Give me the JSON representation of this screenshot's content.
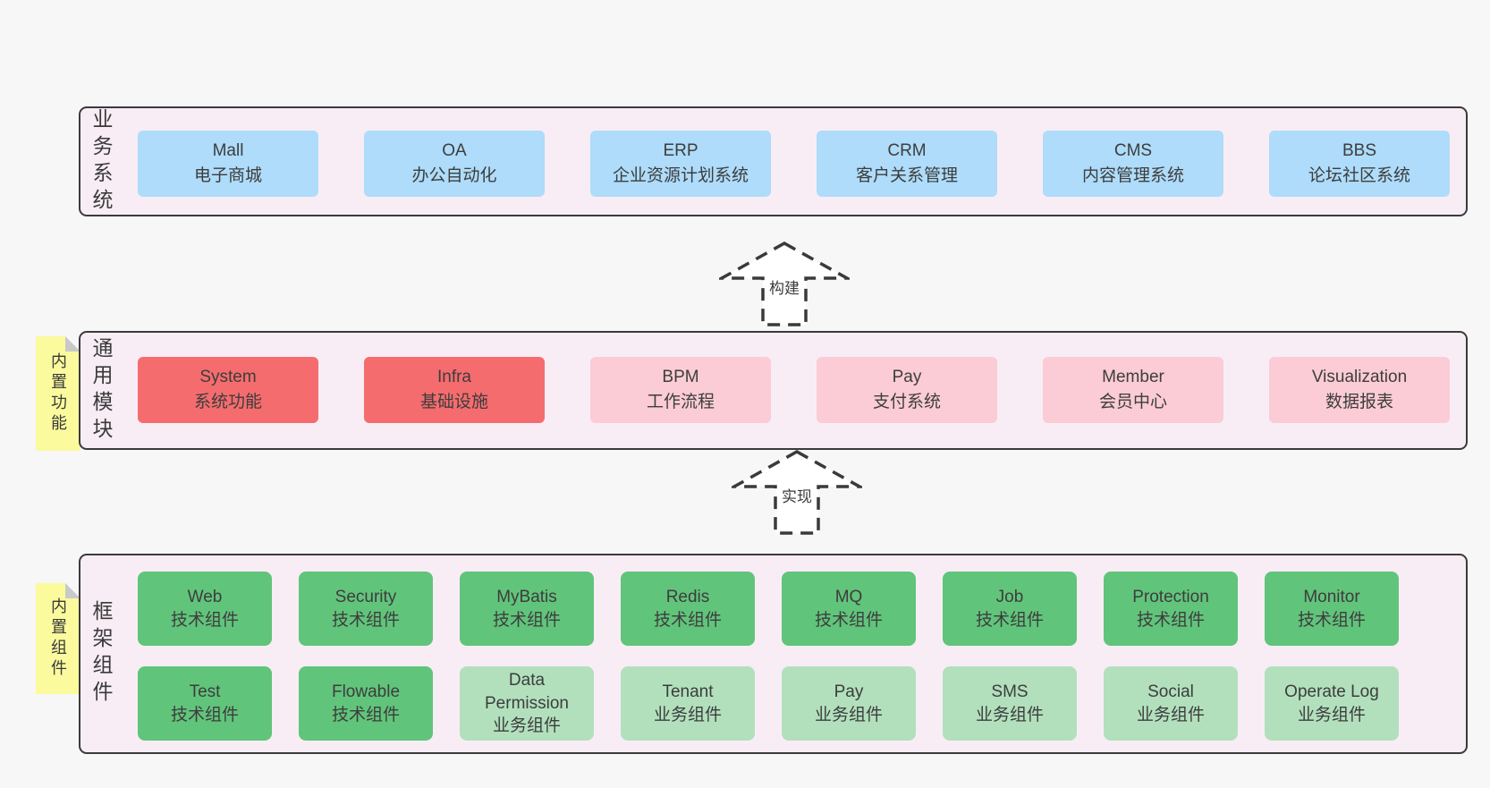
{
  "layers": {
    "business": {
      "label": "业务系统",
      "boxes": [
        {
          "name": "Mall",
          "subtitle": "电子商城"
        },
        {
          "name": "OA",
          "subtitle": "办公自动化"
        },
        {
          "name": "ERP",
          "subtitle": "企业资源计划系统"
        },
        {
          "name": "CRM",
          "subtitle": "客户关系管理"
        },
        {
          "name": "CMS",
          "subtitle": "内容管理系统"
        },
        {
          "name": "BBS",
          "subtitle": "论坛社区系统"
        }
      ]
    },
    "modules": {
      "label": "通用模块",
      "sticky": "内置功能",
      "boxes": [
        {
          "name": "System",
          "subtitle": "系统功能",
          "variant": "red"
        },
        {
          "name": "Infra",
          "subtitle": "基础设施",
          "variant": "red"
        },
        {
          "name": "BPM",
          "subtitle": "工作流程",
          "variant": "pink"
        },
        {
          "name": "Pay",
          "subtitle": "支付系统",
          "variant": "pink"
        },
        {
          "name": "Member",
          "subtitle": "会员中心",
          "variant": "pink"
        },
        {
          "name": "Visualization",
          "subtitle": "数据报表",
          "variant": "pink"
        }
      ]
    },
    "components": {
      "label": "框架组件",
      "sticky": "内置组件",
      "row1": [
        {
          "name": "Web",
          "subtitle": "技术组件",
          "variant": "green"
        },
        {
          "name": "Security",
          "subtitle": "技术组件",
          "variant": "green"
        },
        {
          "name": "MyBatis",
          "subtitle": "技术组件",
          "variant": "green"
        },
        {
          "name": "Redis",
          "subtitle": "技术组件",
          "variant": "green"
        },
        {
          "name": "MQ",
          "subtitle": "技术组件",
          "variant": "green"
        },
        {
          "name": "Job",
          "subtitle": "技术组件",
          "variant": "green"
        },
        {
          "name": "Protection",
          "subtitle": "技术组件",
          "variant": "green"
        },
        {
          "name": "Monitor",
          "subtitle": "技术组件",
          "variant": "green"
        }
      ],
      "row2": [
        {
          "name": "Test",
          "subtitle": "技术组件",
          "variant": "green"
        },
        {
          "name": "Flowable",
          "subtitle": "技术组件",
          "variant": "green"
        },
        {
          "name": "Data Permission",
          "subtitle": "业务组件",
          "variant": "light-green"
        },
        {
          "name": "Tenant",
          "subtitle": "业务组件",
          "variant": "light-green"
        },
        {
          "name": "Pay",
          "subtitle": "业务组件",
          "variant": "light-green"
        },
        {
          "name": "SMS",
          "subtitle": "业务组件",
          "variant": "light-green"
        },
        {
          "name": "Social",
          "subtitle": "业务组件",
          "variant": "light-green"
        },
        {
          "name": "Operate Log",
          "subtitle": "业务组件",
          "variant": "light-green"
        }
      ]
    }
  },
  "arrows": {
    "build": "构建",
    "implement": "实现"
  },
  "colors": {
    "page_bg": "#f7f7f7",
    "panel_bg": "#f8edf5",
    "panel_border": "#3b3b3b",
    "blue": "#aedcfa",
    "red": "#f56c6e",
    "pink": "#fbccd5",
    "green": "#61c47b",
    "light_green": "#b2e0bd",
    "sticky_yellow": "#fbfa9d",
    "sticky_fold": "#c9c9c9"
  }
}
